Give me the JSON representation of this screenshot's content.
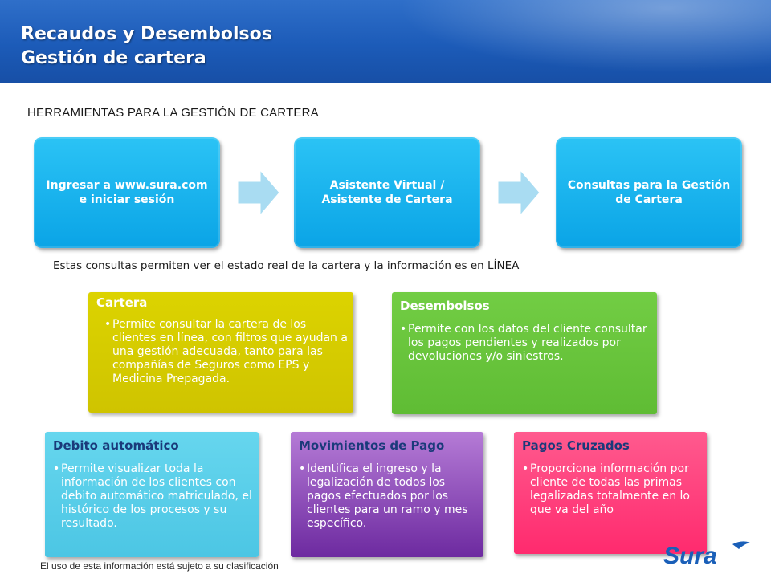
{
  "header": {
    "title_line1": "Recaudos y Desembolsos",
    "title_line2": "Gestión de cartera"
  },
  "section_title": "HERRAMIENTAS PARA LA GESTIÓN DE CARTERA",
  "steps": [
    {
      "label": "Ingresar a www.sura.com e iniciar sesión"
    },
    {
      "label": "Asistente Virtual / Asistente de Cartera"
    },
    {
      "label": "Consultas para la Gestión de Cartera"
    }
  ],
  "note": "Estas consultas permiten ver el estado real de la cartera y la información es en LÍNEA",
  "cards": {
    "cartera": {
      "title": "Cartera",
      "bullet": "Permite consultar la cartera de los clientes en línea, con filtros que ayudan a una gestión adecuada, tanto para las compañías de Seguros como EPS y Medicina Prepagada."
    },
    "desembolsos": {
      "title": "Desembolsos",
      "bullet": "Permite con los datos del cliente consultar los pagos pendientes y realizados por devoluciones y/o siniestros."
    },
    "debito": {
      "title": "Debito automático",
      "bullet": "Permite visualizar toda la información de los clientes con debito automático matriculado, el histórico de los procesos y su resultado."
    },
    "movimientos": {
      "title": "Movimientos de Pago",
      "bullet": "Identifica el ingreso y la legalización de todos los pagos efectuados por los clientes para un ramo y mes específico."
    },
    "pagos": {
      "title": "Pagos Cruzados",
      "bullet": "Proporciona información por cliente de todas las primas legalizadas totalmente en lo que va del año"
    }
  },
  "footer": "El uso de esta información está sujeto a su clasificación",
  "logo_text": "Sura",
  "colors": {
    "header": "#1c5bb8",
    "step": "#0aa4e6",
    "arrow": "#a9dcf2",
    "cartera": "#d7cd00",
    "desembolsos": "#69c63c",
    "debito": "#5cd0ea",
    "movimientos": "#7a37ad",
    "pagos": "#ff2d72",
    "logo": "#1a5fb8"
  }
}
